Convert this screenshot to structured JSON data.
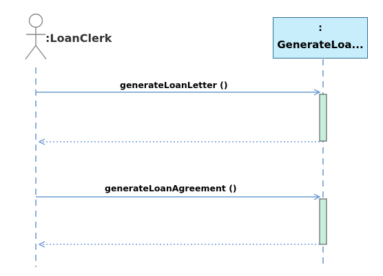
{
  "participants": {
    "actor": {
      "label": ":LoanClerk",
      "icon": "stick-figure-actor-icon"
    },
    "lifeline": {
      "prefix": ":",
      "name": "GenerateLoa..."
    }
  },
  "messages": [
    {
      "label": "generateLoanLetter ()",
      "kind": "synchronous-call"
    },
    {
      "label": "",
      "kind": "return"
    },
    {
      "label": "generateLoanAgreement ()",
      "kind": "synchronous-call"
    },
    {
      "label": "",
      "kind": "return"
    }
  ],
  "colors": {
    "line": "#6f9bd1",
    "lifeline_dash": "#6f9bd1",
    "box_fill": "#c8eefc",
    "box_border": "#2d6e96",
    "activation_fill": "#c8efdc",
    "activation_border": "#444444",
    "actor_stroke": "#888888"
  }
}
